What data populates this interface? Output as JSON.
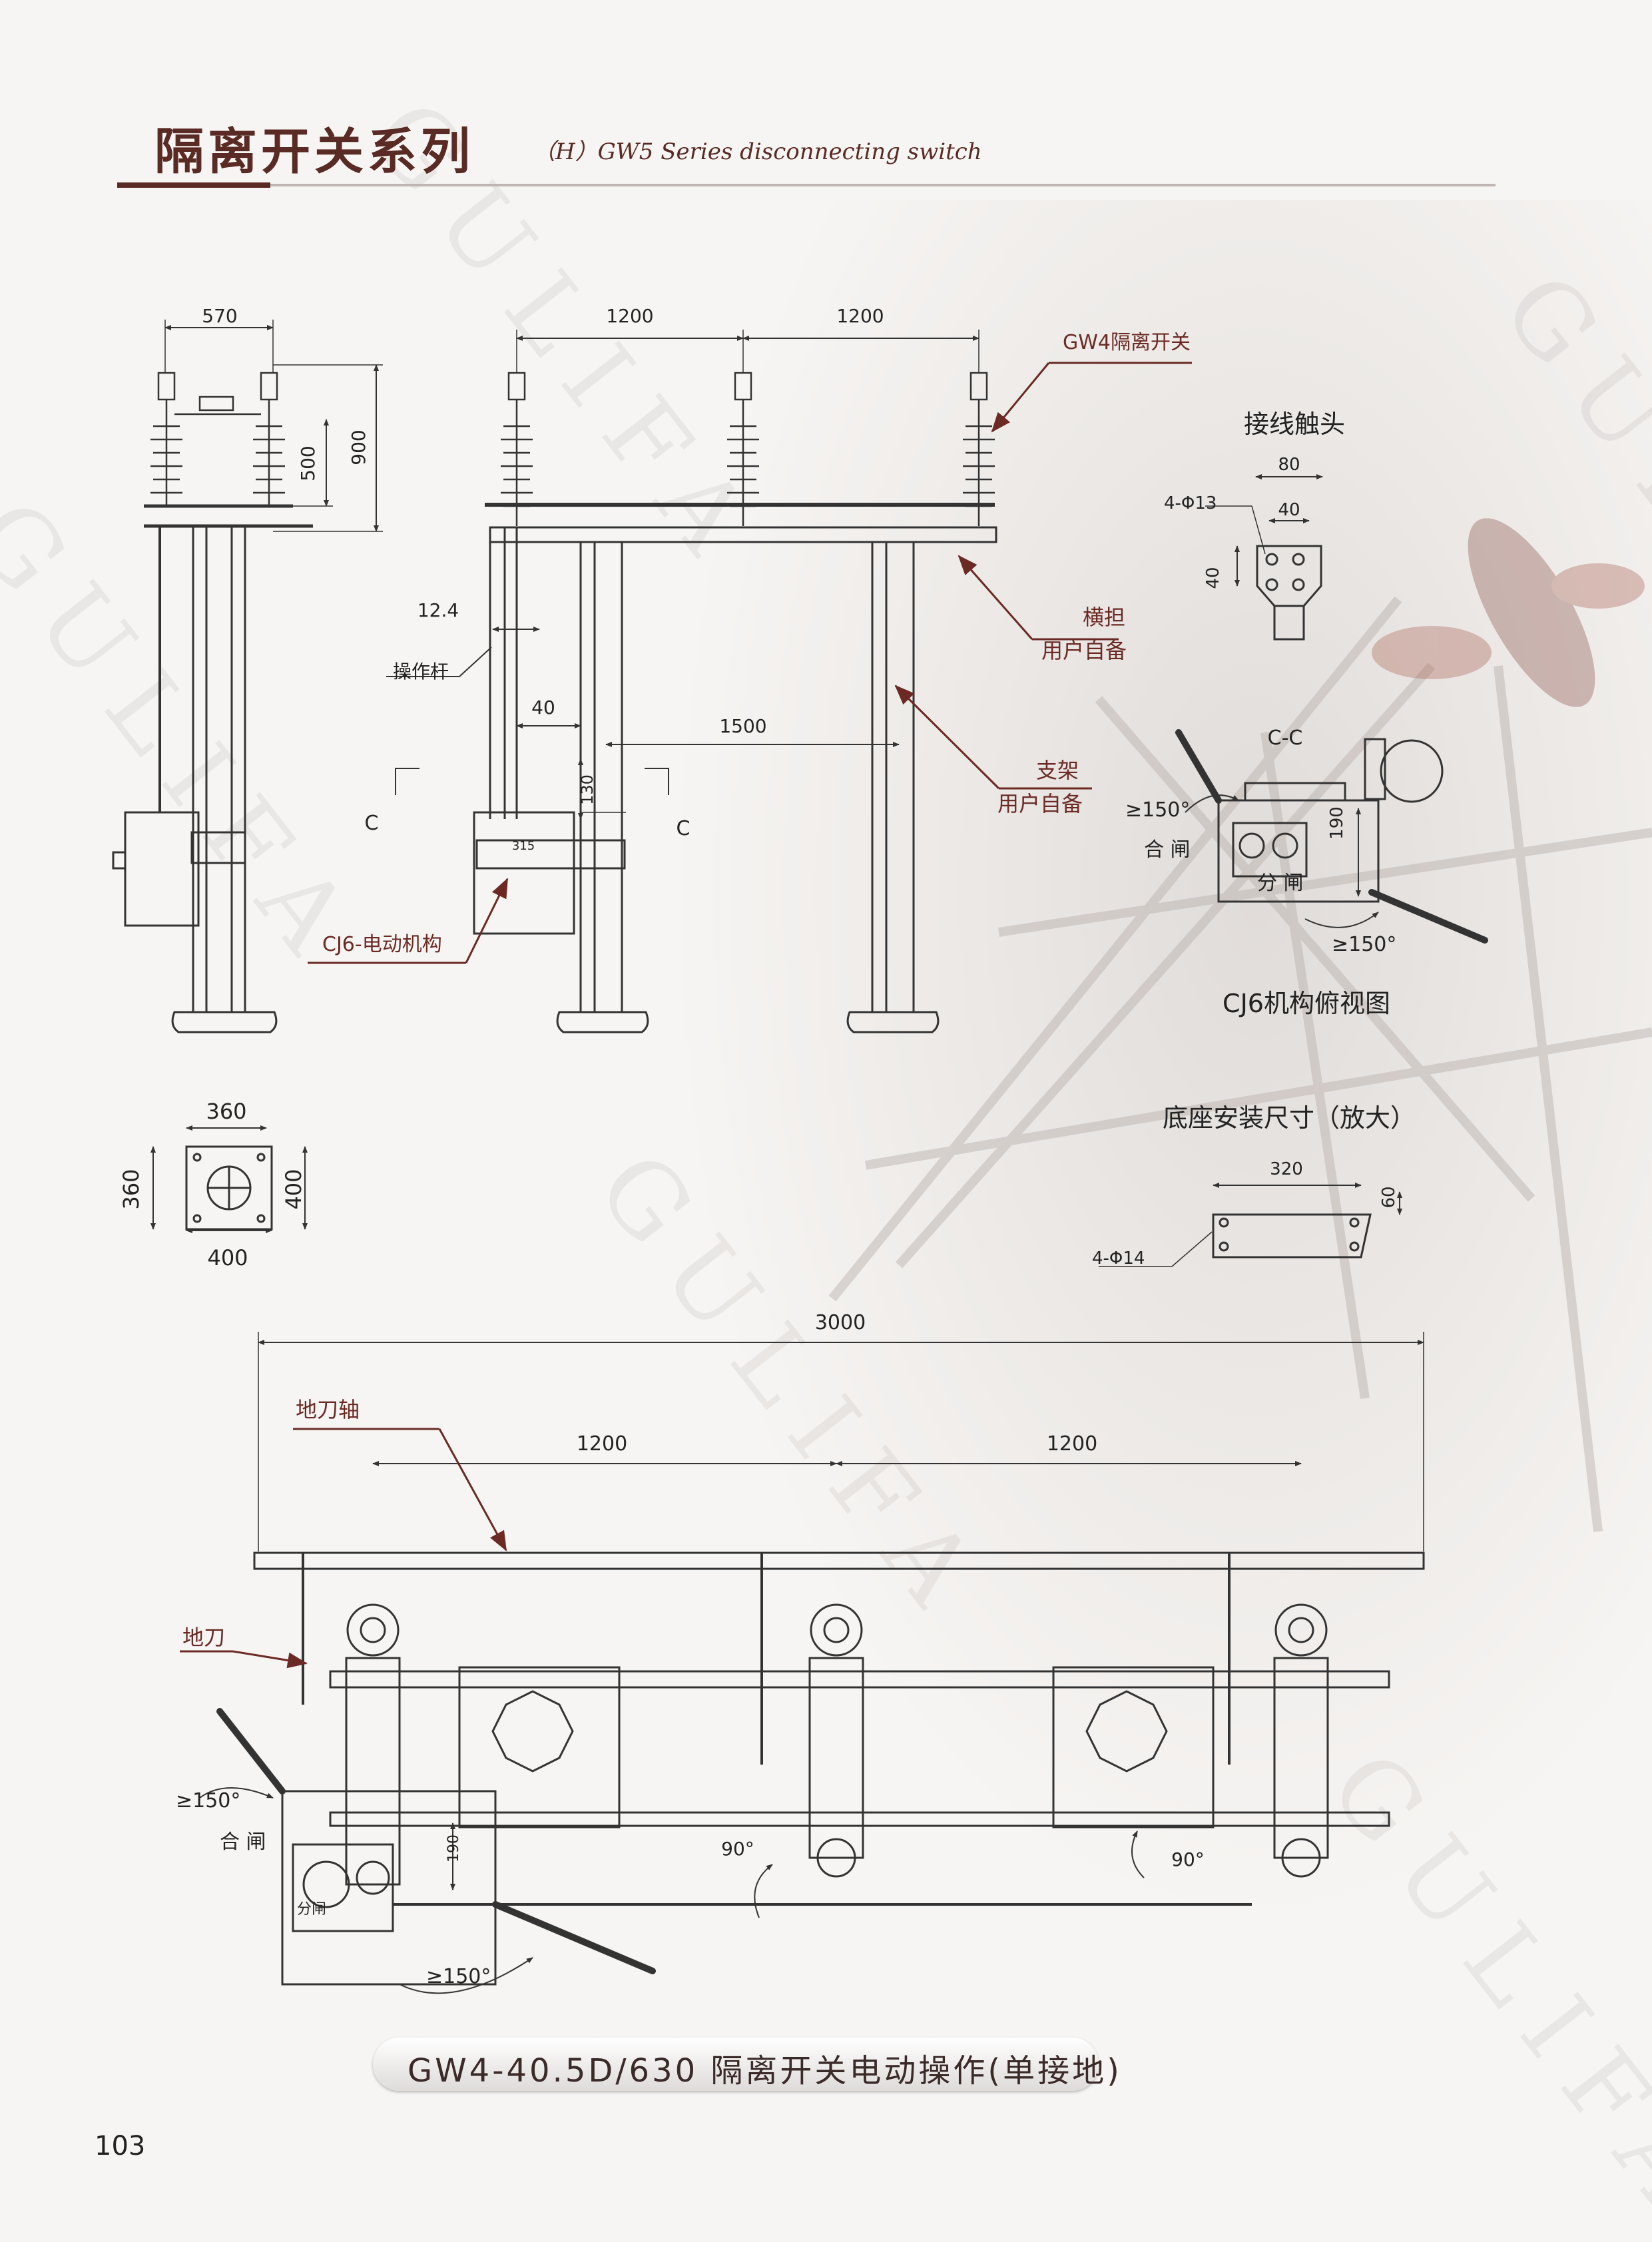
{
  "header": {
    "title_cn": "隔离开关系列",
    "title_en": "（H）GW5 Series disconnecting switch"
  },
  "watermark": "GULIFA",
  "labels": {
    "dim_570": "570",
    "dim_900": "900",
    "dim_500": "500",
    "dim_1200a": "1200",
    "dim_1200b": "1200",
    "dim_124": "12.4",
    "dim_40a": "40",
    "dim_130": "130",
    "dim_1500": "1500",
    "dim_315": "315",
    "sec_c1": "C",
    "sec_c2": "C",
    "gw4": "GW4隔离开关",
    "crossarm": "横担",
    "crossarm_user": "用户自备",
    "bracket": "支架",
    "bracket_user": "用户自备",
    "oprod": "操作杆",
    "cj6": "CJ6-电动机构",
    "terminal_title": "接线触头",
    "dim_80": "80",
    "dim_40b": "40",
    "dim_40c": "40",
    "phi13": "4-Φ13",
    "cc": "C-C",
    "ge150a": "≥150°",
    "close_a": "合 闸",
    "open_a": "分 闸",
    "dim_190a": "190",
    "ge150b": "≥150°",
    "cj6_top": "CJ6机构俯视图",
    "base_mount": "底座安装尺寸（放大）",
    "dim_320": "320",
    "dim_60": "60",
    "phi14": "4-Φ14",
    "dim_360a": "360",
    "dim_360b": "360",
    "dim_400a": "400",
    "dim_400b": "400",
    "dim_3000": "3000",
    "earth_shaft": "地刀轴",
    "dim_1200c": "1200",
    "dim_1200d": "1200",
    "earth_knife": "地刀",
    "ge150c": "≥150°",
    "close_b": "合 闸",
    "dim_190b": "190",
    "open_b": "分闸",
    "ang90a": "90°",
    "ang90b": "90°",
    "ge150d": "≥150°"
  },
  "caption": "GW4-40.5D/630  隔离开关电动操作(单接地)",
  "page_number": "103",
  "colors": {
    "accent": "#5a2a24",
    "leader": "#6b2a24",
    "line": "#333333"
  }
}
